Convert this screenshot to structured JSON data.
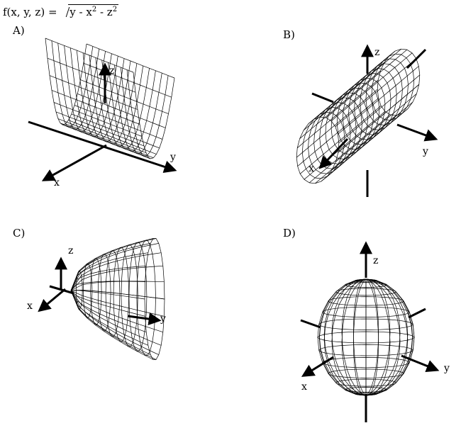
{
  "question": {
    "lhs": "f(x, y, z) = ",
    "radicand_prefix": "y - x",
    "exp1": "2",
    "radicand_mid": " - z",
    "exp2": "2"
  },
  "options": [
    {
      "label": "A)",
      "axes": {
        "x": "x",
        "y": "y",
        "z": "z"
      }
    },
    {
      "label": "B)",
      "axes": {
        "x": "x",
        "y": "y",
        "z": "z"
      }
    },
    {
      "label": "C)",
      "axes": {
        "x": "x",
        "y": "y",
        "z": "z"
      }
    },
    {
      "label": "D)",
      "axes": {
        "x": "x",
        "y": "y",
        "z": "z"
      }
    }
  ]
}
